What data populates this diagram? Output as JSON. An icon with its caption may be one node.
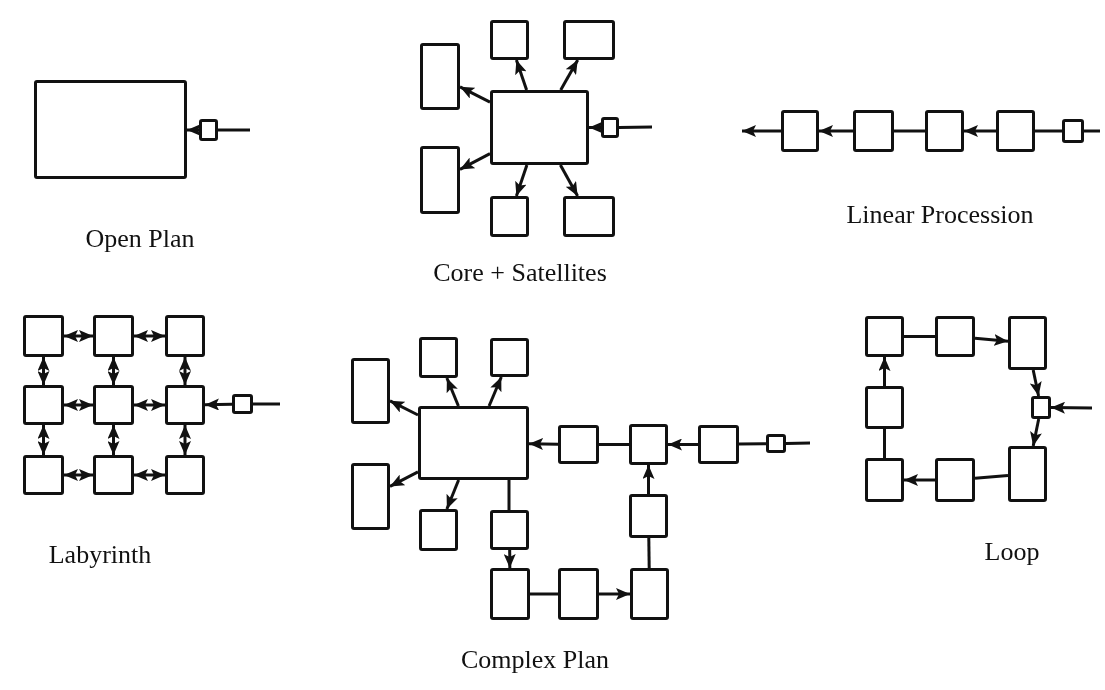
{
  "diagram": {
    "nodes": [
      {
        "text": [],
        "shape": "box"
      },
      {
        "text": [],
        "shape": "box"
      },
      {
        "text": [],
        "shape": "box"
      },
      {
        "text": [],
        "shape": "box"
      },
      {
        "text": [],
        "shape": "box"
      },
      {
        "text": [],
        "shape": "box"
      },
      {
        "text": [],
        "shape": "box"
      },
      {
        "text": [],
        "shape": "box"
      },
      {
        "text": [],
        "shape": "box"
      },
      {
        "text": [],
        "shape": "box"
      },
      {
        "text": [],
        "shape": "box"
      },
      {
        "text": [],
        "shape": "box"
      },
      {
        "text": [],
        "shape": "box"
      },
      {
        "text": [],
        "shape": "box"
      },
      {
        "text": [],
        "shape": "box"
      },
      {
        "text": [],
        "shape": "box"
      },
      {
        "text": [],
        "shape": "box"
      },
      {
        "text": [],
        "shape": "box"
      },
      {
        "text": [],
        "shape": "box"
      },
      {
        "text": [],
        "shape": "box"
      },
      {
        "text": [],
        "shape": "box"
      },
      {
        "text": [],
        "shape": "box"
      },
      {
        "text": [],
        "shape": "box"
      },
      {
        "text": [],
        "shape": "box"
      },
      {
        "text": [],
        "shape": "box"
      },
      {
        "text": [],
        "shape": "box"
      },
      {
        "text": [],
        "shape": "box"
      },
      {
        "text": [],
        "shape": "box"
      },
      {
        "text": [],
        "shape": "box"
      },
      {
        "text": [],
        "shape": "box"
      },
      {
        "text": [],
        "shape": "box"
      },
      {
        "text": [],
        "shape": "box"
      },
      {
        "text": [],
        "shape": "box"
      },
      {
        "text": [],
        "shape": "box"
      },
      {
        "text": [],
        "shape": "box"
      },
      {
        "text": [],
        "shape": "box"
      },
      {
        "text": [],
        "shape": "box"
      },
      {
        "text": [],
        "shape": "box"
      },
      {
        "text": [],
        "shape": "box"
      },
      {
        "text": [],
        "shape": "box"
      },
      {
        "text": [],
        "shape": "box"
      },
      {
        "text": [],
        "shape": "box"
      },
      {
        "text": [],
        "shape": "box"
      },
      {
        "text": [],
        "shape": "box"
      },
      {
        "text": [],
        "shape": "box"
      },
      {
        "text": [],
        "shape": "box"
      },
      {
        "text": [],
        "shape": "box"
      },
      {
        "text": [],
        "shape": "box"
      }
    ],
    "edges": [
      {
        "from": null,
        "to": 1,
        "arrow": "none"
      },
      {
        "from": 1,
        "to": 0,
        "arrow": "to"
      },
      {
        "from": null,
        "to": 6,
        "arrow": "none"
      },
      {
        "from": 6,
        "to": 5,
        "arrow": "to"
      },
      {
        "from": 5,
        "to": 2,
        "arrow": "to"
      },
      {
        "from": 5,
        "to": 3,
        "arrow": "to"
      },
      {
        "from": 5,
        "to": 4,
        "arrow": "to"
      },
      {
        "from": 5,
        "to": 7,
        "arrow": "to"
      },
      {
        "from": 5,
        "to": 8,
        "arrow": "to"
      },
      {
        "from": 5,
        "to": 9,
        "arrow": "to"
      },
      {
        "from": null,
        "to": 14,
        "arrow": "none"
      },
      {
        "from": 14,
        "to": 13,
        "arrow": "none"
      },
      {
        "from": 13,
        "to": 12,
        "arrow": "to"
      },
      {
        "from": 12,
        "to": 11,
        "arrow": "none"
      },
      {
        "from": 11,
        "to": 10,
        "arrow": "to"
      },
      {
        "from": 10,
        "to": null,
        "arrow": "to"
      },
      {
        "from": 15,
        "to": 16,
        "arrow": "both"
      },
      {
        "from": 16,
        "to": 17,
        "arrow": "both"
      },
      {
        "from": 15,
        "to": 18,
        "arrow": "both"
      },
      {
        "from": 16,
        "to": 19,
        "arrow": "both"
      },
      {
        "from": 17,
        "to": 20,
        "arrow": "both"
      },
      {
        "from": 18,
        "to": 19,
        "arrow": "both"
      },
      {
        "from": 19,
        "to": 20,
        "arrow": "both"
      },
      {
        "from": null,
        "to": 21,
        "arrow": "none"
      },
      {
        "from": 21,
        "to": 20,
        "arrow": "to"
      },
      {
        "from": 18,
        "to": 22,
        "arrow": "both"
      },
      {
        "from": 19,
        "to": 23,
        "arrow": "both"
      },
      {
        "from": 20,
        "to": 24,
        "arrow": "both"
      },
      {
        "from": 22,
        "to": 23,
        "arrow": "both"
      },
      {
        "from": 23,
        "to": 24,
        "arrow": "both"
      },
      {
        "from": null,
        "to": 32,
        "arrow": "none"
      },
      {
        "from": 32,
        "to": 31,
        "arrow": "none"
      },
      {
        "from": 31,
        "to": 30,
        "arrow": "to"
      },
      {
        "from": 30,
        "to": 29,
        "arrow": "none"
      },
      {
        "from": 29,
        "to": 28,
        "arrow": "to"
      },
      {
        "from": 28,
        "to": 25,
        "arrow": "to"
      },
      {
        "from": 28,
        "to": 26,
        "arrow": "to"
      },
      {
        "from": 28,
        "to": 27,
        "arrow": "to"
      },
      {
        "from": 28,
        "to": 33,
        "arrow": "to"
      },
      {
        "from": 28,
        "to": 35,
        "arrow": "to"
      },
      {
        "from": 28,
        "to": 36,
        "arrow": "none"
      },
      {
        "from": 36,
        "to": 37,
        "arrow": "to"
      },
      {
        "from": 37,
        "to": 38,
        "arrow": "none"
      },
      {
        "from": 38,
        "to": 39,
        "arrow": "to"
      },
      {
        "from": 39,
        "to": 34,
        "arrow": "none"
      },
      {
        "from": 34,
        "to": 30,
        "arrow": "to"
      },
      {
        "from": null,
        "to": 44,
        "arrow": "to"
      },
      {
        "from": 42,
        "to": 44,
        "arrow": "to"
      },
      {
        "from": 44,
        "to": 45,
        "arrow": "to"
      },
      {
        "from": 40,
        "to": 41,
        "arrow": "none"
      },
      {
        "from": 41,
        "to": 42,
        "arrow": "to"
      },
      {
        "from": 45,
        "to": 47,
        "arrow": "none"
      },
      {
        "from": 47,
        "to": 46,
        "arrow": "to"
      },
      {
        "from": 46,
        "to": 43,
        "arrow": "none"
      },
      {
        "from": 43,
        "to": 40,
        "arrow": "to"
      }
    ],
    "labels": [
      "Open Plan",
      "Core + Satellites",
      "Linear Procession",
      "Labyrinth",
      "Complex Plan",
      "Loop"
    ]
  }
}
